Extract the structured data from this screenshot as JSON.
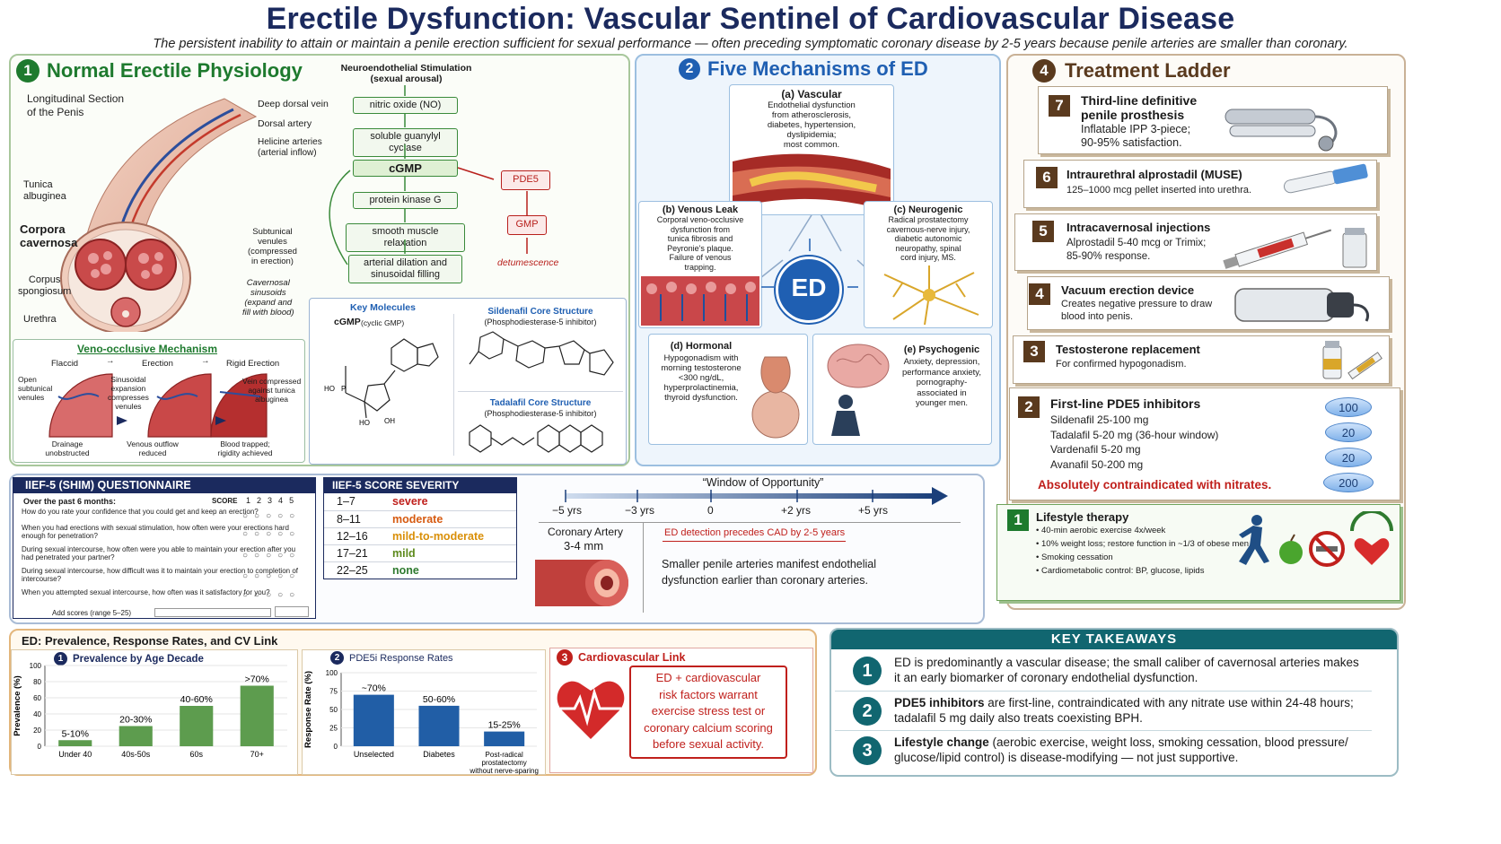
{
  "title": "Erectile Dysfunction: Vascular Sentinel of Cardiovascular Disease",
  "subtitle": "The persistent inability to attain or maintain a penile erection sufficient for sexual performance — often preceding symptomatic coronary disease by 2-5 years because penile arteries are smaller than coronary.",
  "sec1": {
    "num": "1",
    "title": "Normal Erectile Physiology",
    "section_label": "Longitudinal Section\nof the Penis",
    "labels": {
      "deep_vein": "Deep dorsal vein",
      "dorsal_artery": "Dorsal artery",
      "helicine": "Helicine arteries\n(arterial inflow)",
      "tunica": "Tunica\nalbuginea",
      "corpora": "Corpora\ncavernosa",
      "corpus_sp": "Corpus\nspongiosum",
      "urethra": "Urethra",
      "subtunical": "Subtunical\nvenules\n(compressed\nin erection)",
      "sinusoids": "Cavernosal\nsinusoids\n(expand and\nfill with blood)"
    },
    "flow": {
      "header": "Neuroendothelial Stimulation\n(sexual arousal)",
      "steps": [
        "nitric oxide (NO)",
        "soluble guanylyl cyclase",
        "cGMP",
        "protein kinase G",
        "smooth muscle relaxation",
        "arterial dilation and\nsinusoidal filling"
      ],
      "pde5": "PDE5",
      "gmp": "GMP",
      "detumescence": "detumescence"
    },
    "veno": {
      "title": "Veno-occlusive Mechanism",
      "states": [
        "Flaccid",
        "Erection",
        "Rigid Erection"
      ],
      "notes": [
        "Open\nsubtunical\nvenules",
        "Sinusoidal\nexpansion\ncompresses\nvenules",
        "Vein compressed\nagainst tunica\nalbuginea"
      ],
      "captions": [
        "Drainage\nunobstructed",
        "Venous outflow\nreduced",
        "Blood trapped;\nrigidity achieved"
      ]
    },
    "molecules": {
      "title": "Key Molecules",
      "cgmp": "cGMP",
      "cgmp_sub": "(cyclic GMP)",
      "sil": "Sildenafil Core Structure",
      "sil_sub": "(Phosphodiesterase-5 inhibitor)",
      "tad": "Tadalafil Core Structure",
      "tad_sub": "(Phosphodiesterase-5 inhibitor)",
      "atoms": {
        "ho": "HO",
        "ho2": "HO",
        "oh": "OH",
        "p": "P"
      }
    }
  },
  "sec2": {
    "num": "2",
    "title": "Five Mechanisms of ED",
    "center": "ED",
    "items": [
      {
        "title": "(a) Vascular",
        "text": "Endothelial dysfunction\nfrom atherosclerosis,\ndiabetes, hypertension,\ndyslipidemia;\nmost common."
      },
      {
        "title": "(b) Venous Leak",
        "text": "Corporal veno-occlusive\ndysfunction from\ntunica fibrosis and\nPeyronie's plaque.\nFailure of venous\ntrapping."
      },
      {
        "title": "(c) Neurogenic",
        "text": "Radical prostatectomy\ncavernous-nerve injury,\ndiabetic autonomic\nneuropathy, spinal\ncord injury, MS."
      },
      {
        "title": "(d) Hormonal",
        "text": "Hypogonadism with\nmorning testosterone\n<300 ng/dL,\nhyperprolactinemia,\nthyroid dysfunction."
      },
      {
        "title": "(e) Psychogenic",
        "text": "Anxiety, depression,\nperformance anxiety,\npornography-\nassociated in\nyounger men."
      }
    ]
  },
  "sec4": {
    "num": "4",
    "title": "Treatment Ladder",
    "steps": [
      {
        "n": "7",
        "title": "Third-line definitive\npenile prosthesis",
        "text": "Inflatable IPP 3-piece;\n90-95% satisfaction."
      },
      {
        "n": "6",
        "title": "Intraurethral alprostadil (MUSE)",
        "text": "125–1000 mcg pellet inserted into urethra."
      },
      {
        "n": "5",
        "title": "Intracavernosal injections",
        "text": "Alprostadil 5-40 mcg or Trimix;\n85-90% response."
      },
      {
        "n": "4",
        "title": "Vacuum erection device",
        "text": "Creates negative pressure to draw\nblood into penis."
      },
      {
        "n": "3",
        "title": "Testosterone replacement",
        "text": "For confirmed hypogonadism."
      },
      {
        "n": "2",
        "title": "First-line PDE5 inhibitors",
        "text": "Sildenafil 25-100 mg\nTadalafil 5-20 mg (36-hour window)\nVardenafil 5-20 mg\nAvanafil 50-200 mg",
        "warning": "Absolutely contraindicated with nitrates.",
        "pills": [
          "100",
          "20",
          "20",
          "200"
        ]
      },
      {
        "n": "1",
        "title": "Lifestyle therapy",
        "bullets": [
          "40-min aerobic exercise 4x/week",
          "10% weight loss; restore function in ~1/3 of obese men",
          "Smoking cessation",
          "Cardiometabolic control: BP, glucose, lipids"
        ]
      }
    ]
  },
  "iief": {
    "title": "IIEF-5 (SHIM) QUESTIONNAIRE",
    "intro": "Over the past 6 months:",
    "score_label": "SCORE",
    "cols": [
      "1",
      "2",
      "3",
      "4",
      "5"
    ],
    "questions": [
      "How do you rate your confidence that you\ncould get and keep an erection?",
      "When you had erections with sexual\nstimulation, how often were your erections\nhard enough for penetration?",
      "During sexual intercourse, how often were\nyou able to maintain your erection after you\nhad penetrated your partner?",
      "During sexual intercourse, how difficult was it\nto maintain your erection to completion of\nintercourse?",
      "When you attempted sexual intercourse,\nhow often was it satisfactory for you?"
    ],
    "footer": "Add scores (range 5–25)"
  },
  "severity": {
    "title": "IIEF-5 SCORE SEVERITY",
    "rows": [
      {
        "range": "1–7",
        "label": "severe",
        "color": "#c0201c"
      },
      {
        "range": "8–11",
        "label": "moderate",
        "color": "#d65a10"
      },
      {
        "range": "12–16",
        "label": "mild-to-moderate",
        "color": "#d98f08"
      },
      {
        "range": "17–21",
        "label": "mild",
        "color": "#5d8a1c"
      },
      {
        "range": "22–25",
        "label": "none",
        "color": "#2f7a2f"
      }
    ]
  },
  "window": {
    "title": "“Window of Opportunity”",
    "ticks": [
      "−5 yrs",
      "−3 yrs",
      "0",
      "+2 yrs",
      "+5 yrs"
    ],
    "artery": "Coronary Artery",
    "artery_size": "3-4 mm",
    "detect": "ED detection precedes CAD by 2-5 years",
    "note": "Smaller penile arteries manifest endothelial\ndysfunction earlier than coronary arteries."
  },
  "prev": {
    "title": "ED: Prevalence, Response Rates, and CV Link"
  },
  "chart_data": [
    {
      "type": "bar",
      "title": "Prevalence by Age Decade",
      "ylabel": "Prevalence (%)",
      "ylim": [
        0,
        100
      ],
      "yticks": [
        "0",
        "20",
        "40",
        "60",
        "80",
        "100"
      ],
      "categories": [
        "Under 40",
        "40s-50s",
        "60s",
        "70+"
      ],
      "values": [
        7.5,
        25,
        50,
        75
      ],
      "labels": [
        "5-10%",
        "20-30%",
        "40-60%",
        ">70%"
      ],
      "color": "#5d9c4e"
    },
    {
      "type": "bar",
      "title": "PDE5i Response Rates",
      "ylabel": "Response Rate (%)",
      "ylim": [
        0,
        100
      ],
      "yticks": [
        "0",
        "25",
        "50",
        "75",
        "100"
      ],
      "categories": [
        "Unselected",
        "Diabetes",
        "Post-radical\nprostatectomy\nwithout nerve-sparing"
      ],
      "values": [
        70,
        55,
        20
      ],
      "labels": [
        "~70%",
        "50-60%",
        "15-25%"
      ],
      "color": "#215ea6"
    }
  ],
  "chart_nums": {
    "prev": "1",
    "pde": "2"
  },
  "cvlink": {
    "num": "3",
    "title": "Cardiovascular Link",
    "text": "ED + cardiovascular\nrisk factors warrant\nexercise stress test or\ncoronary calcium scoring\nbefore sexual activity."
  },
  "takeaways": {
    "title": "KEY TAKEAWAYS",
    "items": [
      {
        "n": "1",
        "text": "ED is predominantly a vascular disease; the small caliber of cavernosal arteries makes it an early biomarker of coronary endothelial dysfunction."
      },
      {
        "n": "2",
        "bold": "PDE5 inhibitors",
        "text": " are first-line, contraindicated with any nitrate use within 24-48 hours; tadalafil 5 mg daily also treats coexisting BPH."
      },
      {
        "n": "3",
        "bold": "Lifestyle change",
        "text": " (aerobic exercise, weight loss, smoking cessation, blood pressure/ glucose/lipid control) is disease-modifying — not just supportive."
      }
    ]
  },
  "colors": {
    "green": "#1e7a2e",
    "blue": "#1f5fb2",
    "brown": "#5a3a1e",
    "teal": "#116670",
    "red": "#c0201c"
  }
}
